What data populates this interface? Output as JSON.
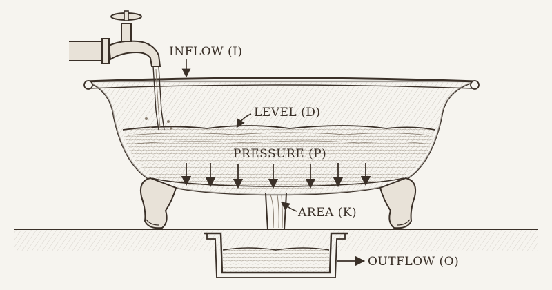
{
  "diagram": {
    "labels": {
      "inflow": "INFLOW (I)",
      "level": "LEVEL (D)",
      "pressure": "PRESSURE (P)",
      "area": "AREA (K)",
      "outflow": "OUTFLOW (O)"
    },
    "colors": {
      "ink": "#3a3028",
      "paper": "#f6f4ef",
      "water": "#c9c2b6"
    }
  }
}
